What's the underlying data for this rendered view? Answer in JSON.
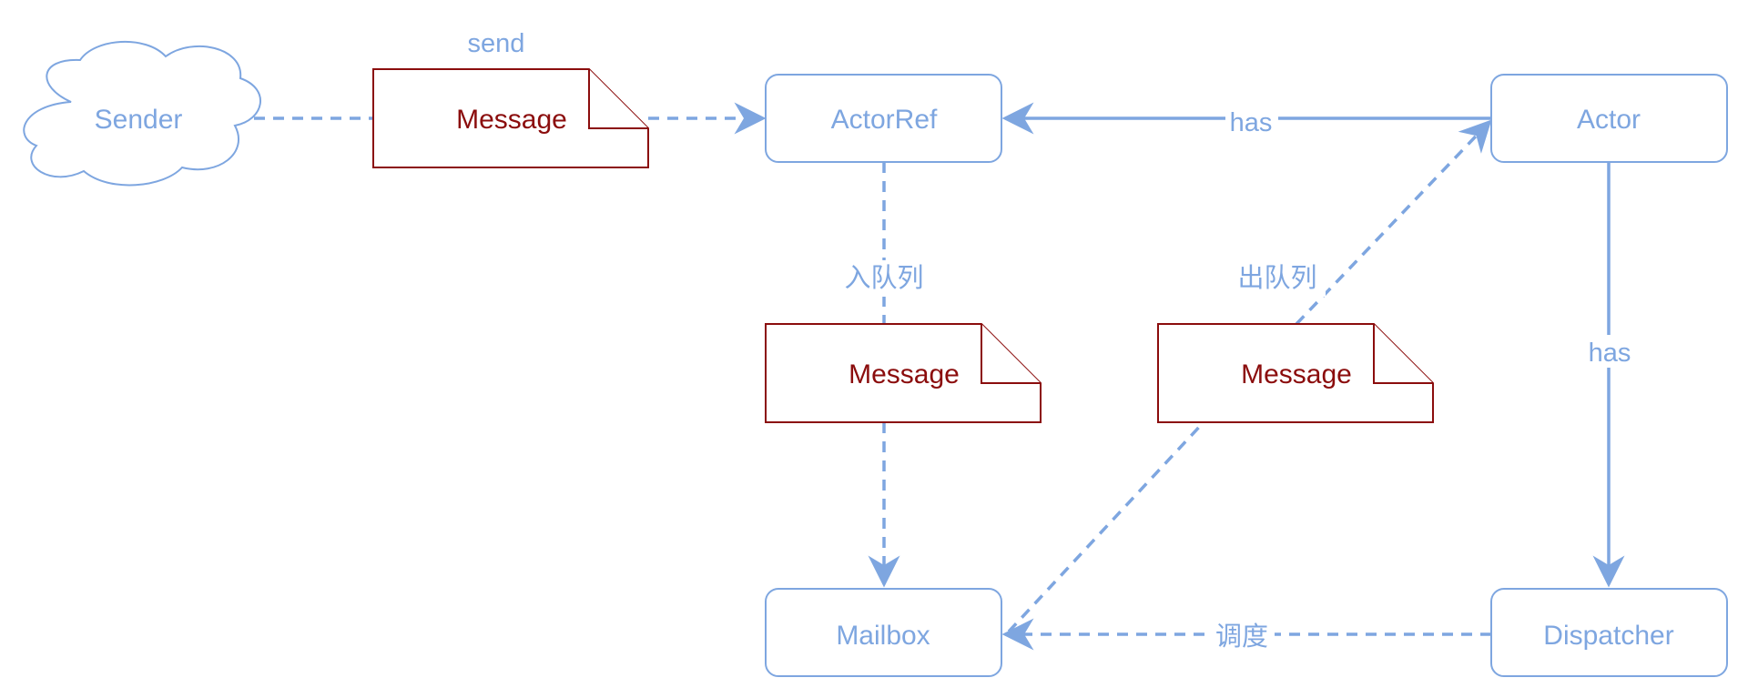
{
  "nodes": {
    "sender": "Sender",
    "actorref": "ActorRef",
    "actor": "Actor",
    "mailbox": "Mailbox",
    "dispatcher": "Dispatcher"
  },
  "messages": {
    "top": "Message",
    "middle_left": "Message",
    "middle_right": "Message"
  },
  "edges": {
    "send": "send",
    "has_actor_to_ref": "has",
    "enqueue": "入队列",
    "dequeue": "出队列",
    "has_actor_to_dispatcher": "has",
    "schedule": "调度"
  },
  "colors": {
    "node_stroke": "#7ea6e0",
    "message_stroke": "#8b0d0d"
  }
}
